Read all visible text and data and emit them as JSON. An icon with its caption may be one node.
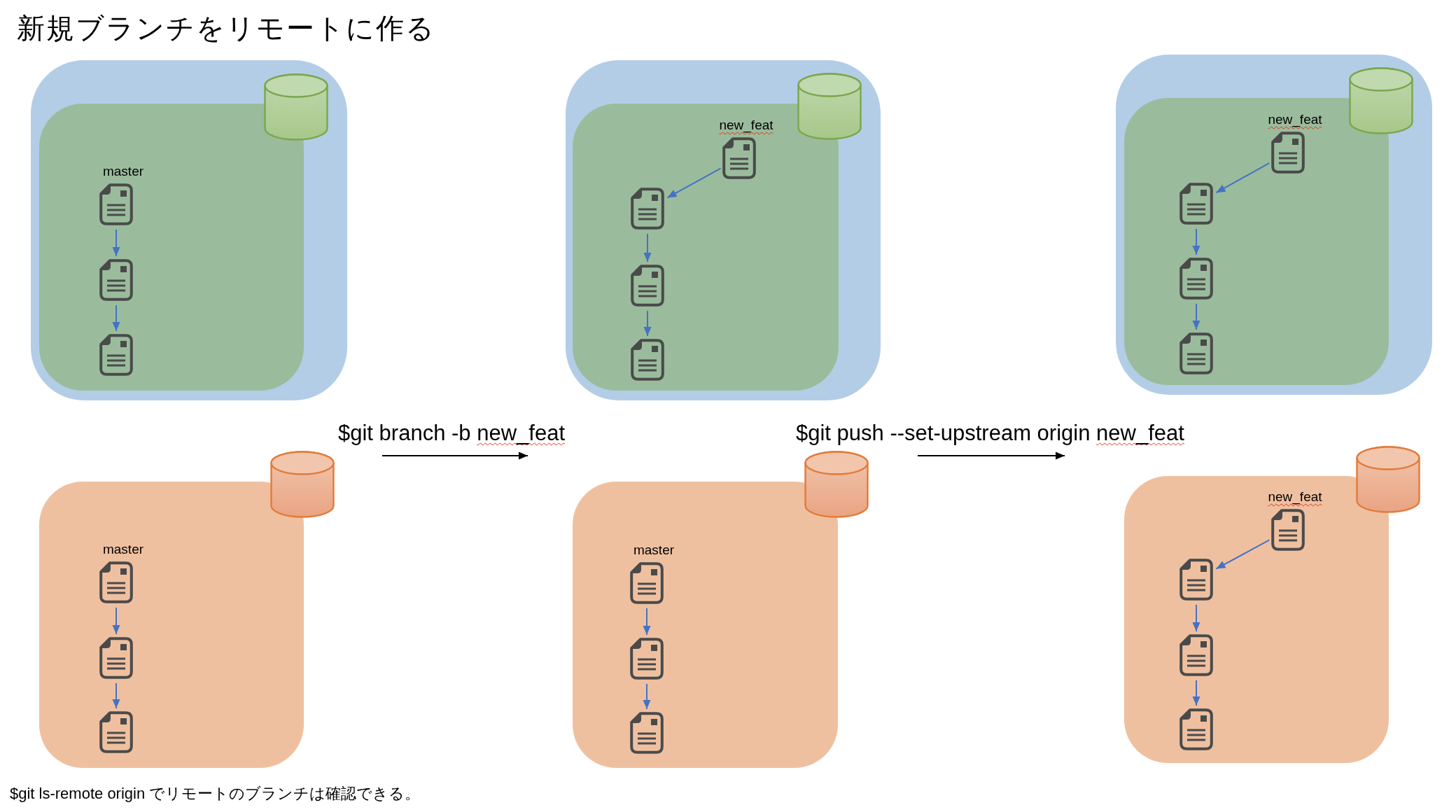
{
  "diagram": {
    "title": "新規ブランチをリモートに作る",
    "caption": "$git ls-remote origin でリモートのブランチは確認できる。",
    "nodes": [
      {
        "text": [],
        "shape": "box"
      },
      {
        "text": [],
        "shape": "box",
        "in": 0
      },
      {
        "text": [],
        "shape": "cylinder",
        "in": 0
      },
      {
        "text": [],
        "shape": "picture",
        "in": 1,
        "beside": [
          "master"
        ]
      },
      {
        "text": [],
        "shape": "picture",
        "in": 1
      },
      {
        "text": [],
        "shape": "picture",
        "in": 1
      },
      {
        "text": [],
        "shape": "box"
      },
      {
        "text": [],
        "shape": "box",
        "in": 6
      },
      {
        "text": [],
        "shape": "cylinder",
        "in": 6
      },
      {
        "text": [],
        "shape": "picture",
        "in": 7,
        "beside": [
          "new_feat"
        ]
      },
      {
        "text": [],
        "shape": "picture",
        "in": 7
      },
      {
        "text": [],
        "shape": "picture",
        "in": 7
      },
      {
        "text": [],
        "shape": "picture",
        "in": 7
      },
      {
        "text": [],
        "shape": "box"
      },
      {
        "text": [],
        "shape": "box",
        "in": 13
      },
      {
        "text": [],
        "shape": "cylinder",
        "in": 13
      },
      {
        "text": [],
        "shape": "picture",
        "in": 14,
        "beside": [
          "new_feat"
        ]
      },
      {
        "text": [],
        "shape": "picture",
        "in": 14
      },
      {
        "text": [],
        "shape": "picture",
        "in": 14
      },
      {
        "text": [],
        "shape": "picture",
        "in": 14
      },
      {
        "text": [],
        "shape": "box"
      },
      {
        "text": [],
        "shape": "cylinder"
      },
      {
        "text": [],
        "shape": "picture",
        "in": 20,
        "beside": [
          "master"
        ]
      },
      {
        "text": [],
        "shape": "picture",
        "in": 20
      },
      {
        "text": [],
        "shape": "picture",
        "in": 20
      },
      {
        "text": [],
        "shape": "box"
      },
      {
        "text": [],
        "shape": "cylinder"
      },
      {
        "text": [],
        "shape": "picture",
        "in": 25,
        "beside": [
          "master"
        ]
      },
      {
        "text": [],
        "shape": "picture",
        "in": 25
      },
      {
        "text": [],
        "shape": "picture",
        "in": 25
      },
      {
        "text": [],
        "shape": "box"
      },
      {
        "text": [],
        "shape": "cylinder"
      },
      {
        "text": [],
        "shape": "picture",
        "in": 30,
        "beside": [
          "new_feat"
        ]
      },
      {
        "text": [],
        "shape": "picture",
        "in": 30
      },
      {
        "text": [],
        "shape": "picture",
        "in": 30
      },
      {
        "text": [],
        "shape": "picture",
        "in": 30
      }
    ],
    "edges": [
      {
        "from": 3,
        "to": 4,
        "arrow": "to"
      },
      {
        "from": 4,
        "to": 5,
        "arrow": "to"
      },
      {
        "from": 9,
        "to": 10,
        "arrow": "to"
      },
      {
        "from": 10,
        "to": 11,
        "arrow": "to"
      },
      {
        "from": 11,
        "to": 12,
        "arrow": "to"
      },
      {
        "from": 16,
        "to": 17,
        "arrow": "to"
      },
      {
        "from": 17,
        "to": 18,
        "arrow": "to"
      },
      {
        "from": 18,
        "to": 19,
        "arrow": "to"
      },
      {
        "from": 22,
        "to": 23,
        "arrow": "to"
      },
      {
        "from": 23,
        "to": 24,
        "arrow": "to"
      },
      {
        "from": 27,
        "to": 28,
        "arrow": "to"
      },
      {
        "from": 28,
        "to": 29,
        "arrow": "to"
      },
      {
        "from": 32,
        "to": 33,
        "arrow": "to"
      },
      {
        "from": 33,
        "to": 34,
        "arrow": "to"
      },
      {
        "from": 34,
        "to": 35,
        "arrow": "to"
      }
    ],
    "labels": [
      "$git branch -b new_feat",
      "$git push --set-upstream origin new_feat"
    ]
  }
}
